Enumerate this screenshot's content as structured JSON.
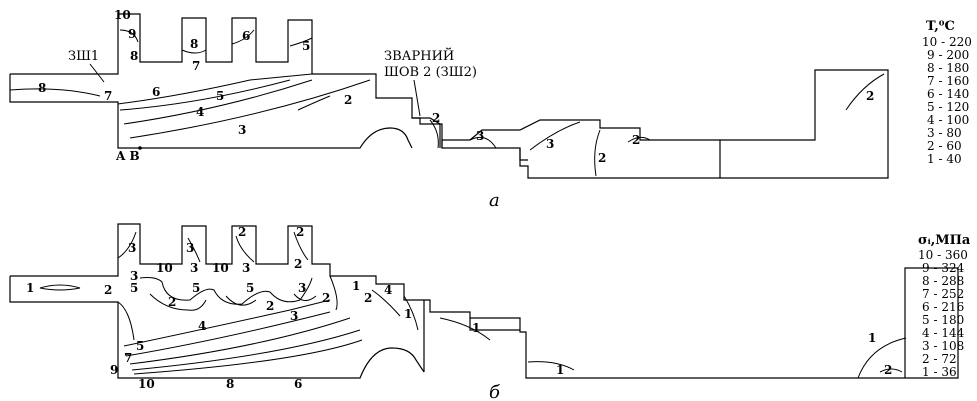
{
  "panel_a": {
    "caption": "а",
    "weld_label_1": "ЗШ1",
    "weld_label_2_line1": "ЗВАРНИЙ",
    "weld_label_2_line2": "ШОВ 2 (ЗШ2)",
    "point_labels": "A B",
    "legend_title": "T,⁰C",
    "legend": [
      "10 - 220",
      "9 - 200",
      "8 - 180",
      "7 - 160",
      "6 - 140",
      "5 - 120",
      "4 - 100",
      "3 - 80",
      "2 - 60",
      "1 - 40"
    ],
    "contour_labels": [
      "10",
      "9",
      "8",
      "8",
      "6",
      "5",
      "8",
      "7",
      "7",
      "6",
      "5",
      "4",
      "3",
      "2",
      "2",
      "3",
      "3",
      "2",
      "2",
      "2"
    ]
  },
  "panel_b": {
    "caption": "б",
    "legend_title": "σᵢ,МПа",
    "legend": [
      "10 - 360",
      "9 - 324",
      "8 - 288",
      "7 - 252",
      "6 - 216",
      "5 - 180",
      "4 - 144",
      "3 - 108",
      "2 - 72",
      "1 - 36"
    ],
    "contour_labels": [
      "3",
      "3",
      "2",
      "2",
      "3",
      "3",
      "3",
      "2",
      "10",
      "10",
      "1",
      "5",
      "2",
      "5",
      "5",
      "3",
      "2",
      "2",
      "3",
      "2",
      "1",
      "2",
      "4",
      "1",
      "1",
      "1",
      "4",
      "5",
      "7",
      "9",
      "10",
      "8",
      "6",
      "1",
      "2"
    ]
  }
}
